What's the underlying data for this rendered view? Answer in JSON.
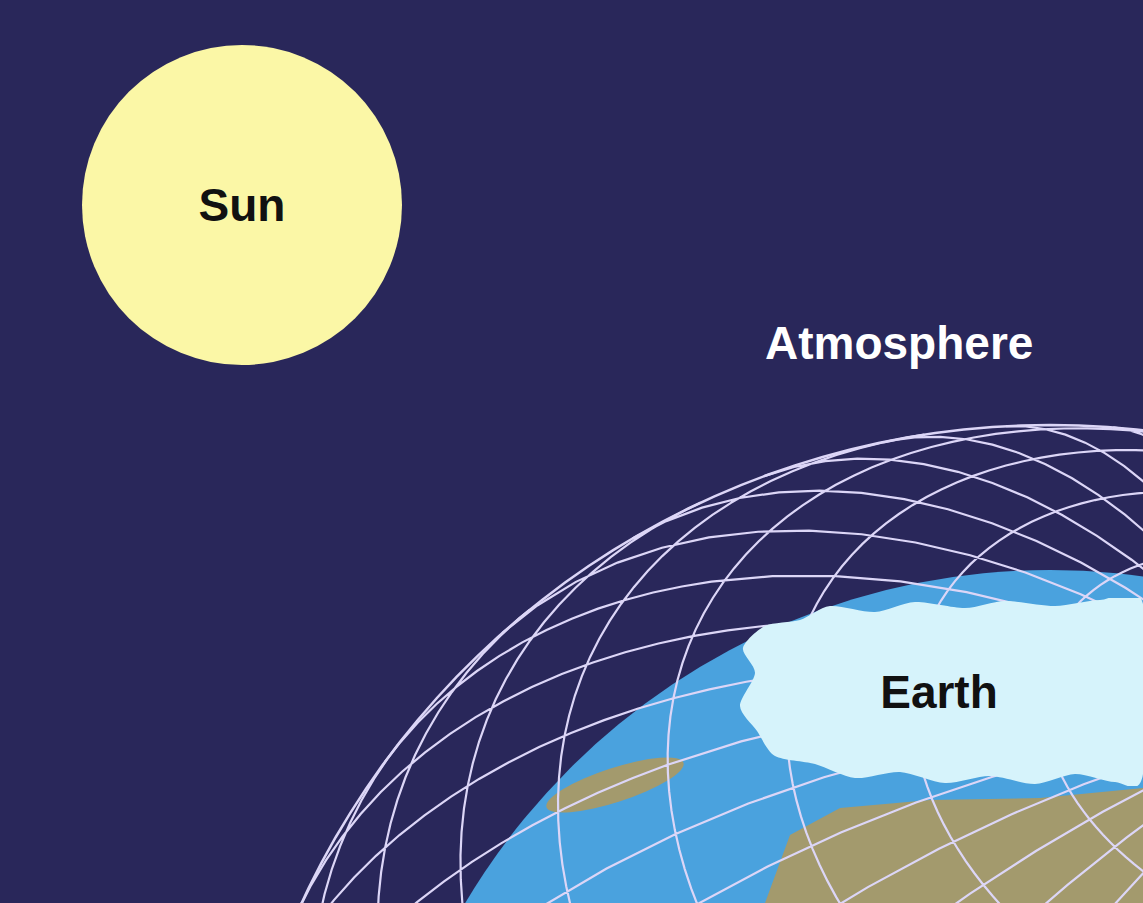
{
  "diagram": {
    "nodes": [
      {
        "text": [
          "Sun"
        ]
      },
      {
        "text": [
          "Earth"
        ]
      }
    ],
    "labels": [
      "Atmosphere"
    ]
  }
}
